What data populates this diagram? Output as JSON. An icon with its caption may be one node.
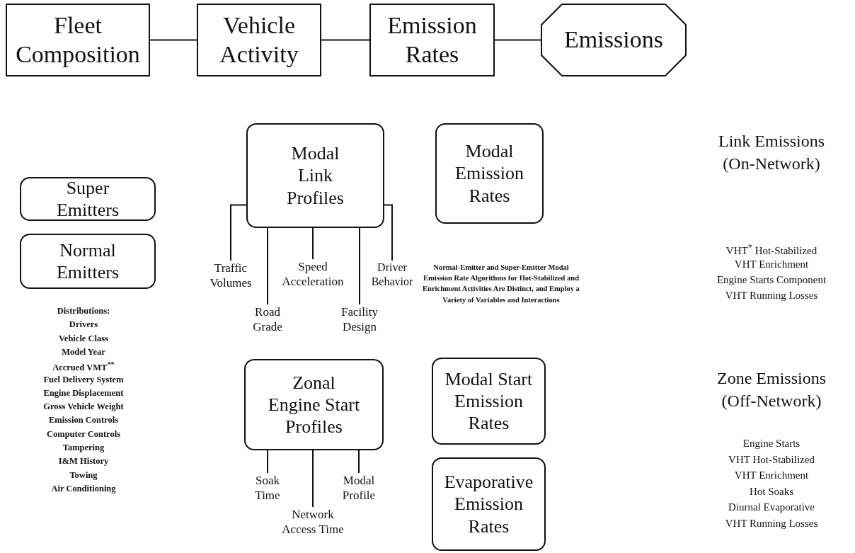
{
  "diagram": {
    "nodes": [
      {
        "text": [
          "Fleet Composition"
        ]
      },
      {
        "text": [
          "Vehicle Activity"
        ]
      },
      {
        "text": [
          "Emission Rates"
        ]
      },
      {
        "text": [
          "Emissions"
        ]
      },
      {
        "text": [
          "Super Emitters"
        ]
      },
      {
        "text": [
          "Normal Emitters"
        ]
      },
      {
        "text": [
          "Modal Link Profiles"
        ]
      },
      {
        "text": [
          "Traffic Volumes"
        ]
      },
      {
        "text": [
          "Road Grade"
        ]
      },
      {
        "text": [
          "Speed Acceleration"
        ]
      },
      {
        "text": [
          "Facility Design"
        ]
      },
      {
        "text": [
          "Driver Behavior"
        ]
      },
      {
        "text": [
          "Modal Emission Rates"
        ]
      },
      {
        "text": [
          "Zonal Engine Start Profiles"
        ]
      },
      {
        "text": [
          "Soak Time"
        ]
      },
      {
        "text": [
          "Network Access Time"
        ]
      },
      {
        "text": [
          "Modal Profile"
        ]
      },
      {
        "text": [
          "Modal Start Emission Rates"
        ]
      },
      {
        "text": [
          "Evaporative Emission Rates"
        ]
      }
    ],
    "edges": [
      {
        "from": 0,
        "to": 1,
        "arrow": "none"
      },
      {
        "from": 1,
        "to": 2,
        "arrow": "none"
      },
      {
        "from": 2,
        "to": 3,
        "arrow": "none"
      },
      {
        "from": 6,
        "to": 7,
        "arrow": "none"
      },
      {
        "from": 6,
        "to": 8,
        "arrow": "none"
      },
      {
        "from": 6,
        "to": 9,
        "arrow": "none"
      },
      {
        "from": 6,
        "to": 10,
        "arrow": "none"
      },
      {
        "from": 6,
        "to": 11,
        "arrow": "none"
      },
      {
        "from": 13,
        "to": 14,
        "arrow": "none"
      },
      {
        "from": 13,
        "to": 15,
        "arrow": "none"
      },
      {
        "from": 13,
        "to": 16,
        "arrow": "none"
      }
    ],
    "labels": [
      "Distributions:",
      "Drivers",
      "Vehicle Class",
      "Model Year",
      "Accrued VMT$^{**}$",
      "Fuel Delivery System",
      "Engine Displacement",
      "Gross Vehicle Weight",
      "Emission Controls",
      "Computer Controls",
      "Tampering",
      "I&M History",
      "Towing",
      "Air Conditioning",
      "Normal-Emitter and Super-Emitter Modal Emission Rate Algorithms for Hot-Stabilized and Enrichment Activities Are Distinct, and Employ a Variety of Variables and Interactions",
      "Link Emissions (On-Network)",
      "VHT$^{*}$ Hot-Stabilized",
      "VHT Enrichment",
      "Engine Starts Component",
      "VHT Running Losses",
      "Zone Emissions (Off-Network)",
      "Engine Starts",
      "VHT Hot-Stabilized",
      "VHT Enrichment",
      "Hot Soaks",
      "Diurnal Evaporative",
      "VHT Running Losses"
    ]
  }
}
